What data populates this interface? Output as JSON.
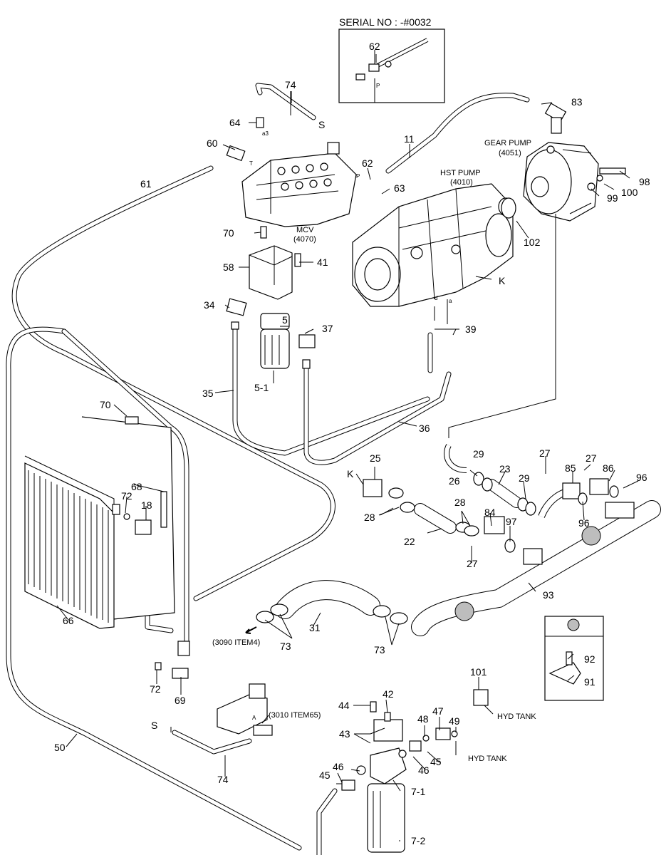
{
  "serial_box": {
    "title": "SERIAL NO : -#0032"
  },
  "labels": {
    "62a": "62",
    "74a": "74",
    "S1": "S",
    "64": "64",
    "60": "60",
    "61": "61",
    "11": "11",
    "62b": "62",
    "63": "63",
    "83": "83",
    "gear_pump": "GEAR PUMP",
    "gear_pump_code": "(4051)",
    "98": "98",
    "100": "100",
    "99": "99",
    "hst_pump": "HST PUMP",
    "hst_pump_code": "(4010)",
    "102": "102",
    "70a": "70",
    "mcv": "MCV",
    "mcv_code": "(4070)",
    "58": "58",
    "41": "41",
    "K1": "K",
    "34": "34",
    "5": "5",
    "37": "37",
    "39": "39",
    "5-1": "5-1",
    "35": "35",
    "36": "36",
    "70b": "70",
    "25": "25",
    "K2": "K",
    "27a": "27",
    "27b": "27",
    "29a": "29",
    "26": "26",
    "23": "23",
    "29b": "29",
    "85": "85",
    "86": "86",
    "96a": "96",
    "68": "68",
    "72a": "72",
    "18": "18",
    "28a": "28",
    "28b": "28",
    "84": "84",
    "97": "97",
    "96b": "96",
    "22": "22",
    "27c": "27",
    "93": "93",
    "66": "66",
    "31": "31",
    "3090": "(3090 ITEM4)",
    "73a": "73",
    "73b": "73",
    "92": "92",
    "91": "91",
    "72b": "72",
    "69": "69",
    "101": "101",
    "hyd_tank1": "HYD TANK",
    "44": "44",
    "42": "42",
    "3010": "(3010 ITEM65)",
    "S2": "S",
    "48": "48",
    "47": "47",
    "49": "49",
    "hyd_tank2": "HYD TANK",
    "43": "43",
    "50": "50",
    "45a": "45",
    "46a": "46",
    "46b": "46",
    "45b": "45",
    "74b": "74",
    "7-1": "7-1",
    "7-2": "7-2",
    "tiny_P": "P",
    "tiny_a3": "a3",
    "tiny_T": "T",
    "tiny_d": "d",
    "tiny_a": "a",
    "tiny_A": "A",
    "tiny_Pl": "P"
  }
}
